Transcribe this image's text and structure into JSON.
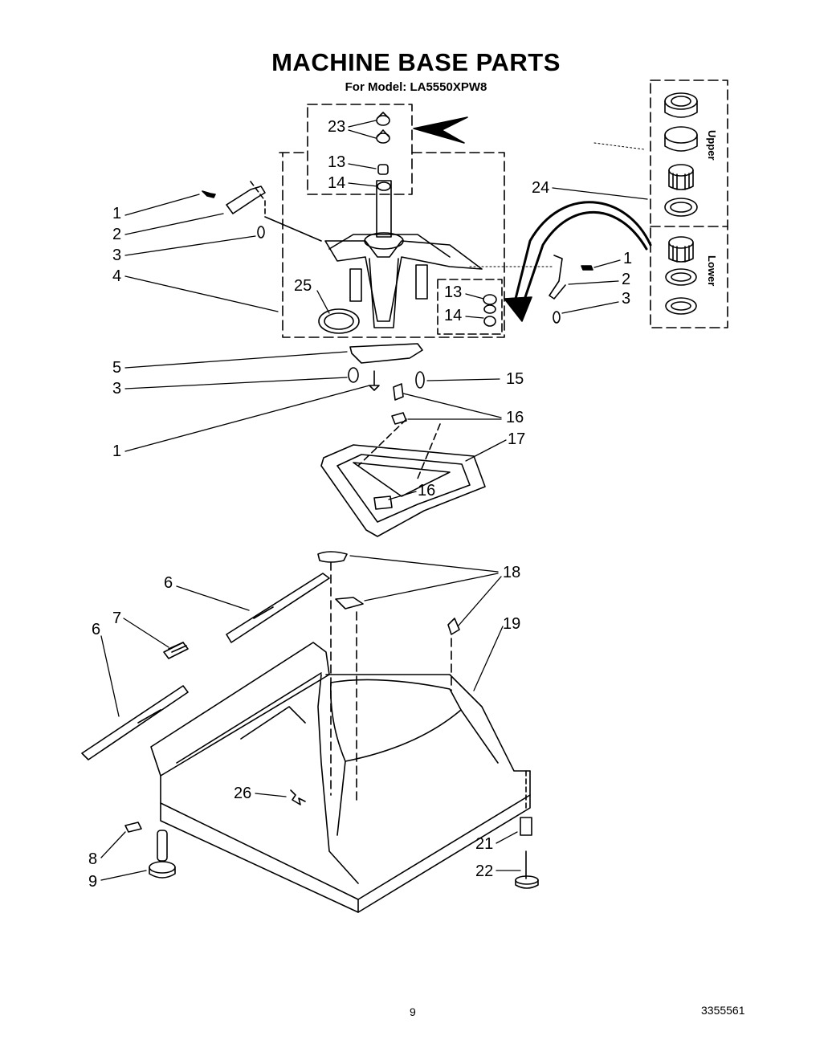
{
  "title": "MACHINE BASE PARTS",
  "subtitle": "For Model: LA5550XPW8",
  "kit_labels": {
    "upper": "Upper",
    "lower": "Lower"
  },
  "callouts": {
    "c23": "23",
    "c13a": "13",
    "c14a": "14",
    "c1a": "1",
    "c2a": "2",
    "c3a": "3",
    "c4": "4",
    "c25": "25",
    "c24": "24",
    "c1b": "1",
    "c2b": "2",
    "c3b": "3",
    "c13b": "13",
    "c14b": "14",
    "c5": "5",
    "c3c": "3",
    "c15": "15",
    "c16a": "16",
    "c1c": "1",
    "c17": "17",
    "c16b": "16",
    "c18": "18",
    "c6a": "6",
    "c7": "7",
    "c6b": "6",
    "c19": "19",
    "c26": "26",
    "c8": "8",
    "c9": "9",
    "c21": "21",
    "c22": "22"
  },
  "footer": {
    "page": "9",
    "doc_number": "3355561"
  }
}
